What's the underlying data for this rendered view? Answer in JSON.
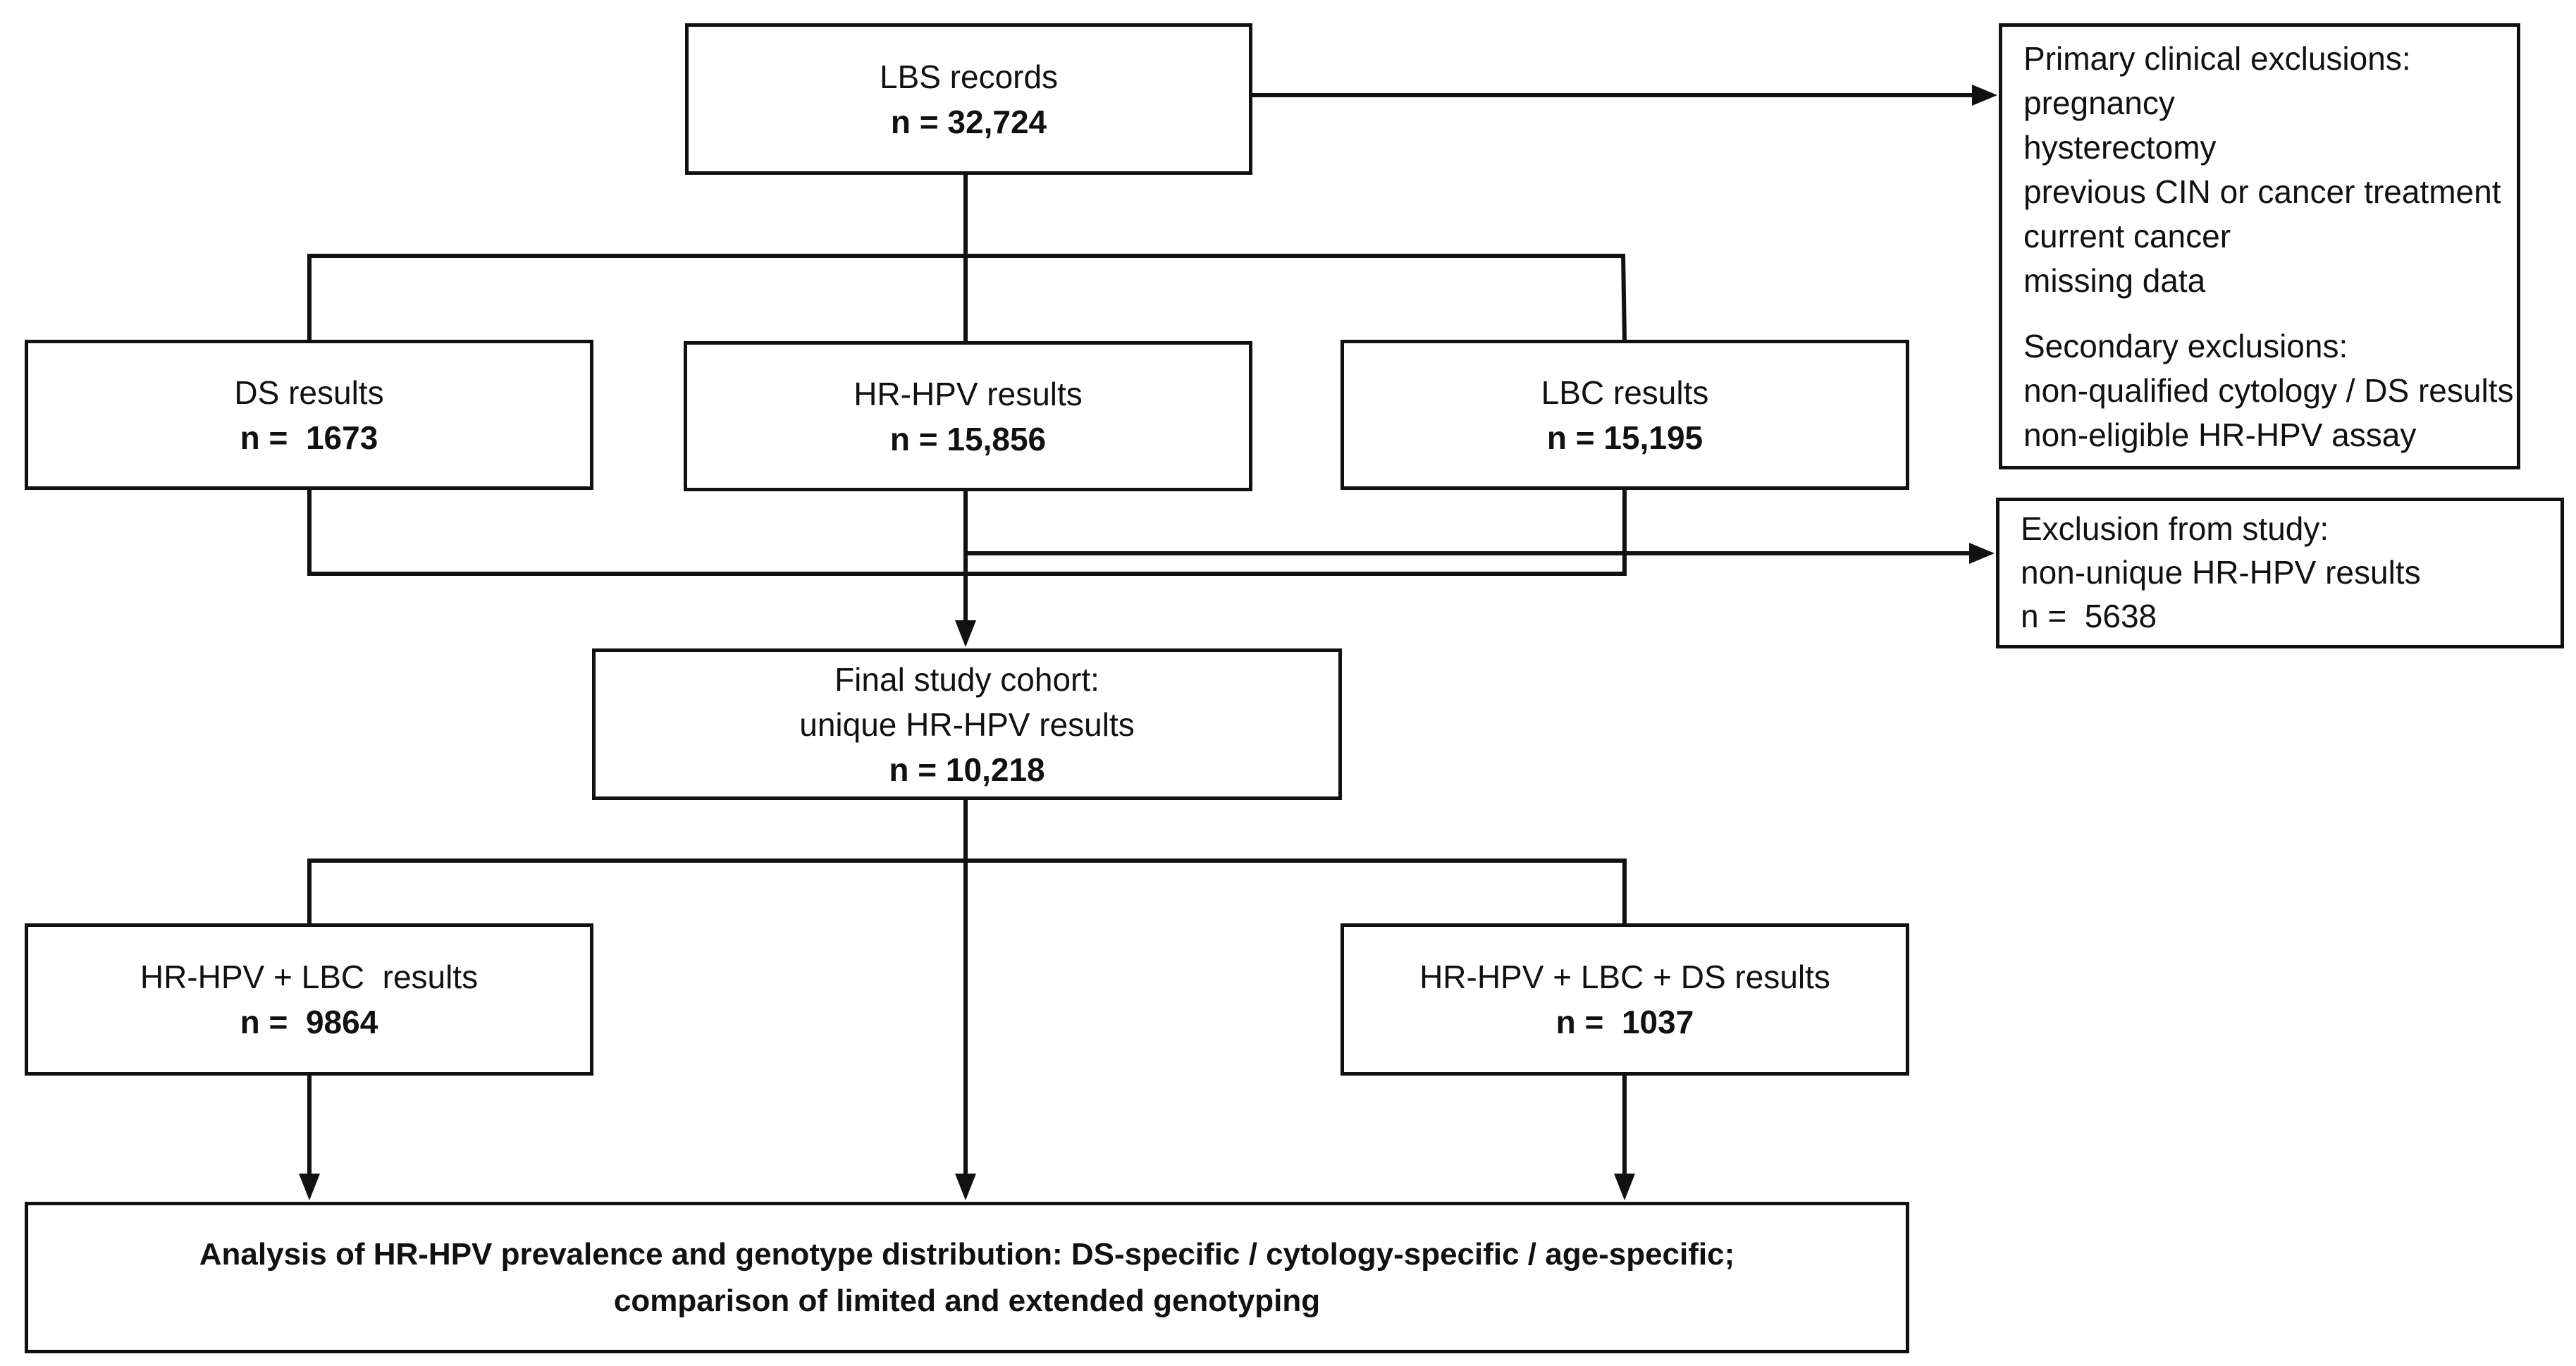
{
  "diagram": {
    "boxes": {
      "lbs_records": {
        "label": "LBS records",
        "count": "n = 32,724"
      },
      "ds_results": {
        "label": "DS results",
        "count": "n =  1673"
      },
      "hrhpv_results": {
        "label": "HR-HPV results",
        "count": "n = 15,856"
      },
      "lbc_results": {
        "label": "LBC results",
        "count": "n = 15,195"
      },
      "final_cohort": {
        "label_line1": "Final study cohort:",
        "label_line2": "unique HR-HPV results",
        "count": "n = 10,218"
      },
      "hrhpv_lbc": {
        "label": "HR-HPV + LBC  results",
        "count": "n =  9864"
      },
      "hrhpv_lbc_ds": {
        "label": "HR-HPV + LBC + DS results",
        "count": "n =  1037"
      },
      "analysis": {
        "line1": "Analysis of HR-HPV prevalence and genotype distribution: DS-specific / cytology-specific / age-specific;",
        "line2": "comparison of limited and extended genotyping"
      },
      "exclusions": {
        "primary_title": "Primary clinical exclusions:",
        "primary_items": [
          "pregnancy",
          "hysterectomy",
          "previous CIN or cancer treatment",
          "current cancer",
          "missing data"
        ],
        "secondary_title": "Secondary exclusions:",
        "secondary_items": [
          "non-qualified cytology / DS results",
          "non-eligible HR-HPV assay"
        ]
      },
      "study_exclusion": {
        "title": "Exclusion from study:",
        "item": "non-unique HR-HPV results",
        "count": "n =  5638"
      }
    }
  }
}
